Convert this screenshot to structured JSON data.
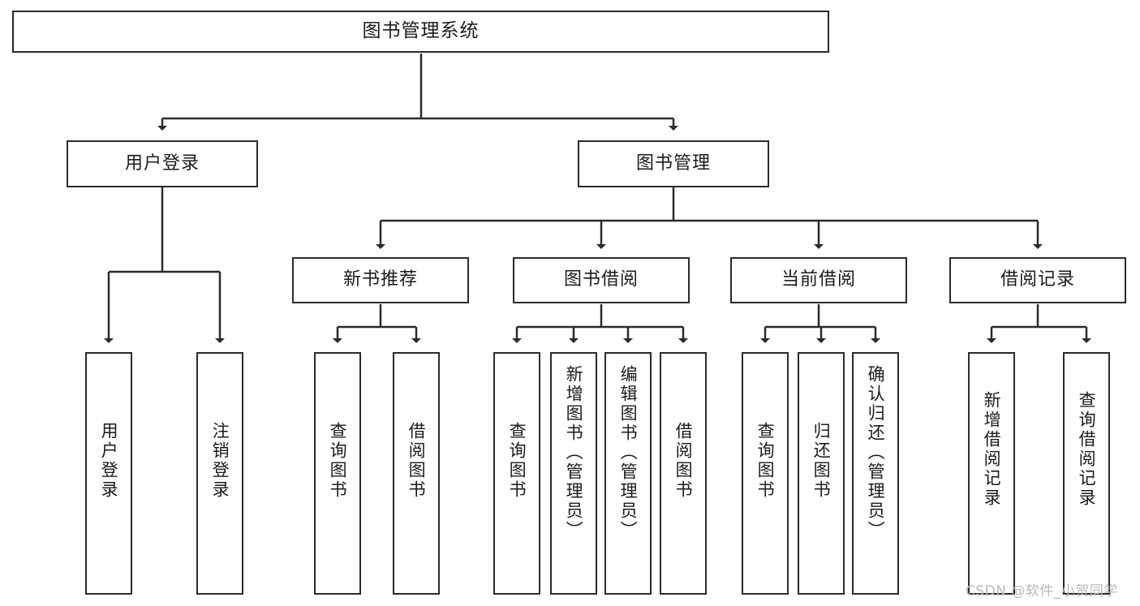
{
  "diagram": {
    "type": "tree",
    "title": "图书管理系统",
    "root": {
      "label": "图书管理系统"
    },
    "level2": [
      {
        "label": "用户登录"
      },
      {
        "label": "图书管理"
      }
    ],
    "level3": [
      {
        "label": "新书推荐"
      },
      {
        "label": "图书借阅"
      },
      {
        "label": "当前借阅"
      },
      {
        "label": "借阅记录"
      }
    ],
    "leaves": {
      "user_login": [
        {
          "label": "用户登录"
        },
        {
          "label": "注销登录"
        }
      ],
      "new_book_recommend": [
        {
          "label": "查询图书"
        },
        {
          "label": "借阅图书"
        }
      ],
      "book_borrow": [
        {
          "label": "查询图书"
        },
        {
          "label": "新增图书（管理员）"
        },
        {
          "label": "编辑图书（管理员）"
        },
        {
          "label": "借阅图书"
        }
      ],
      "current_borrow": [
        {
          "label": "查询图书"
        },
        {
          "label": "归还图书"
        },
        {
          "label": "确认归还（管理员）"
        }
      ],
      "borrow_record": [
        {
          "label": "新增借阅记录"
        },
        {
          "label": "查询借阅记录"
        }
      ]
    },
    "colors": {
      "stroke": "#2b2b2b",
      "fill": "#ffffff",
      "text": "#1b1b1b",
      "watermark": "#b9b9b9"
    }
  },
  "watermark": {
    "text": "CSDN @软件_小贺同学"
  }
}
